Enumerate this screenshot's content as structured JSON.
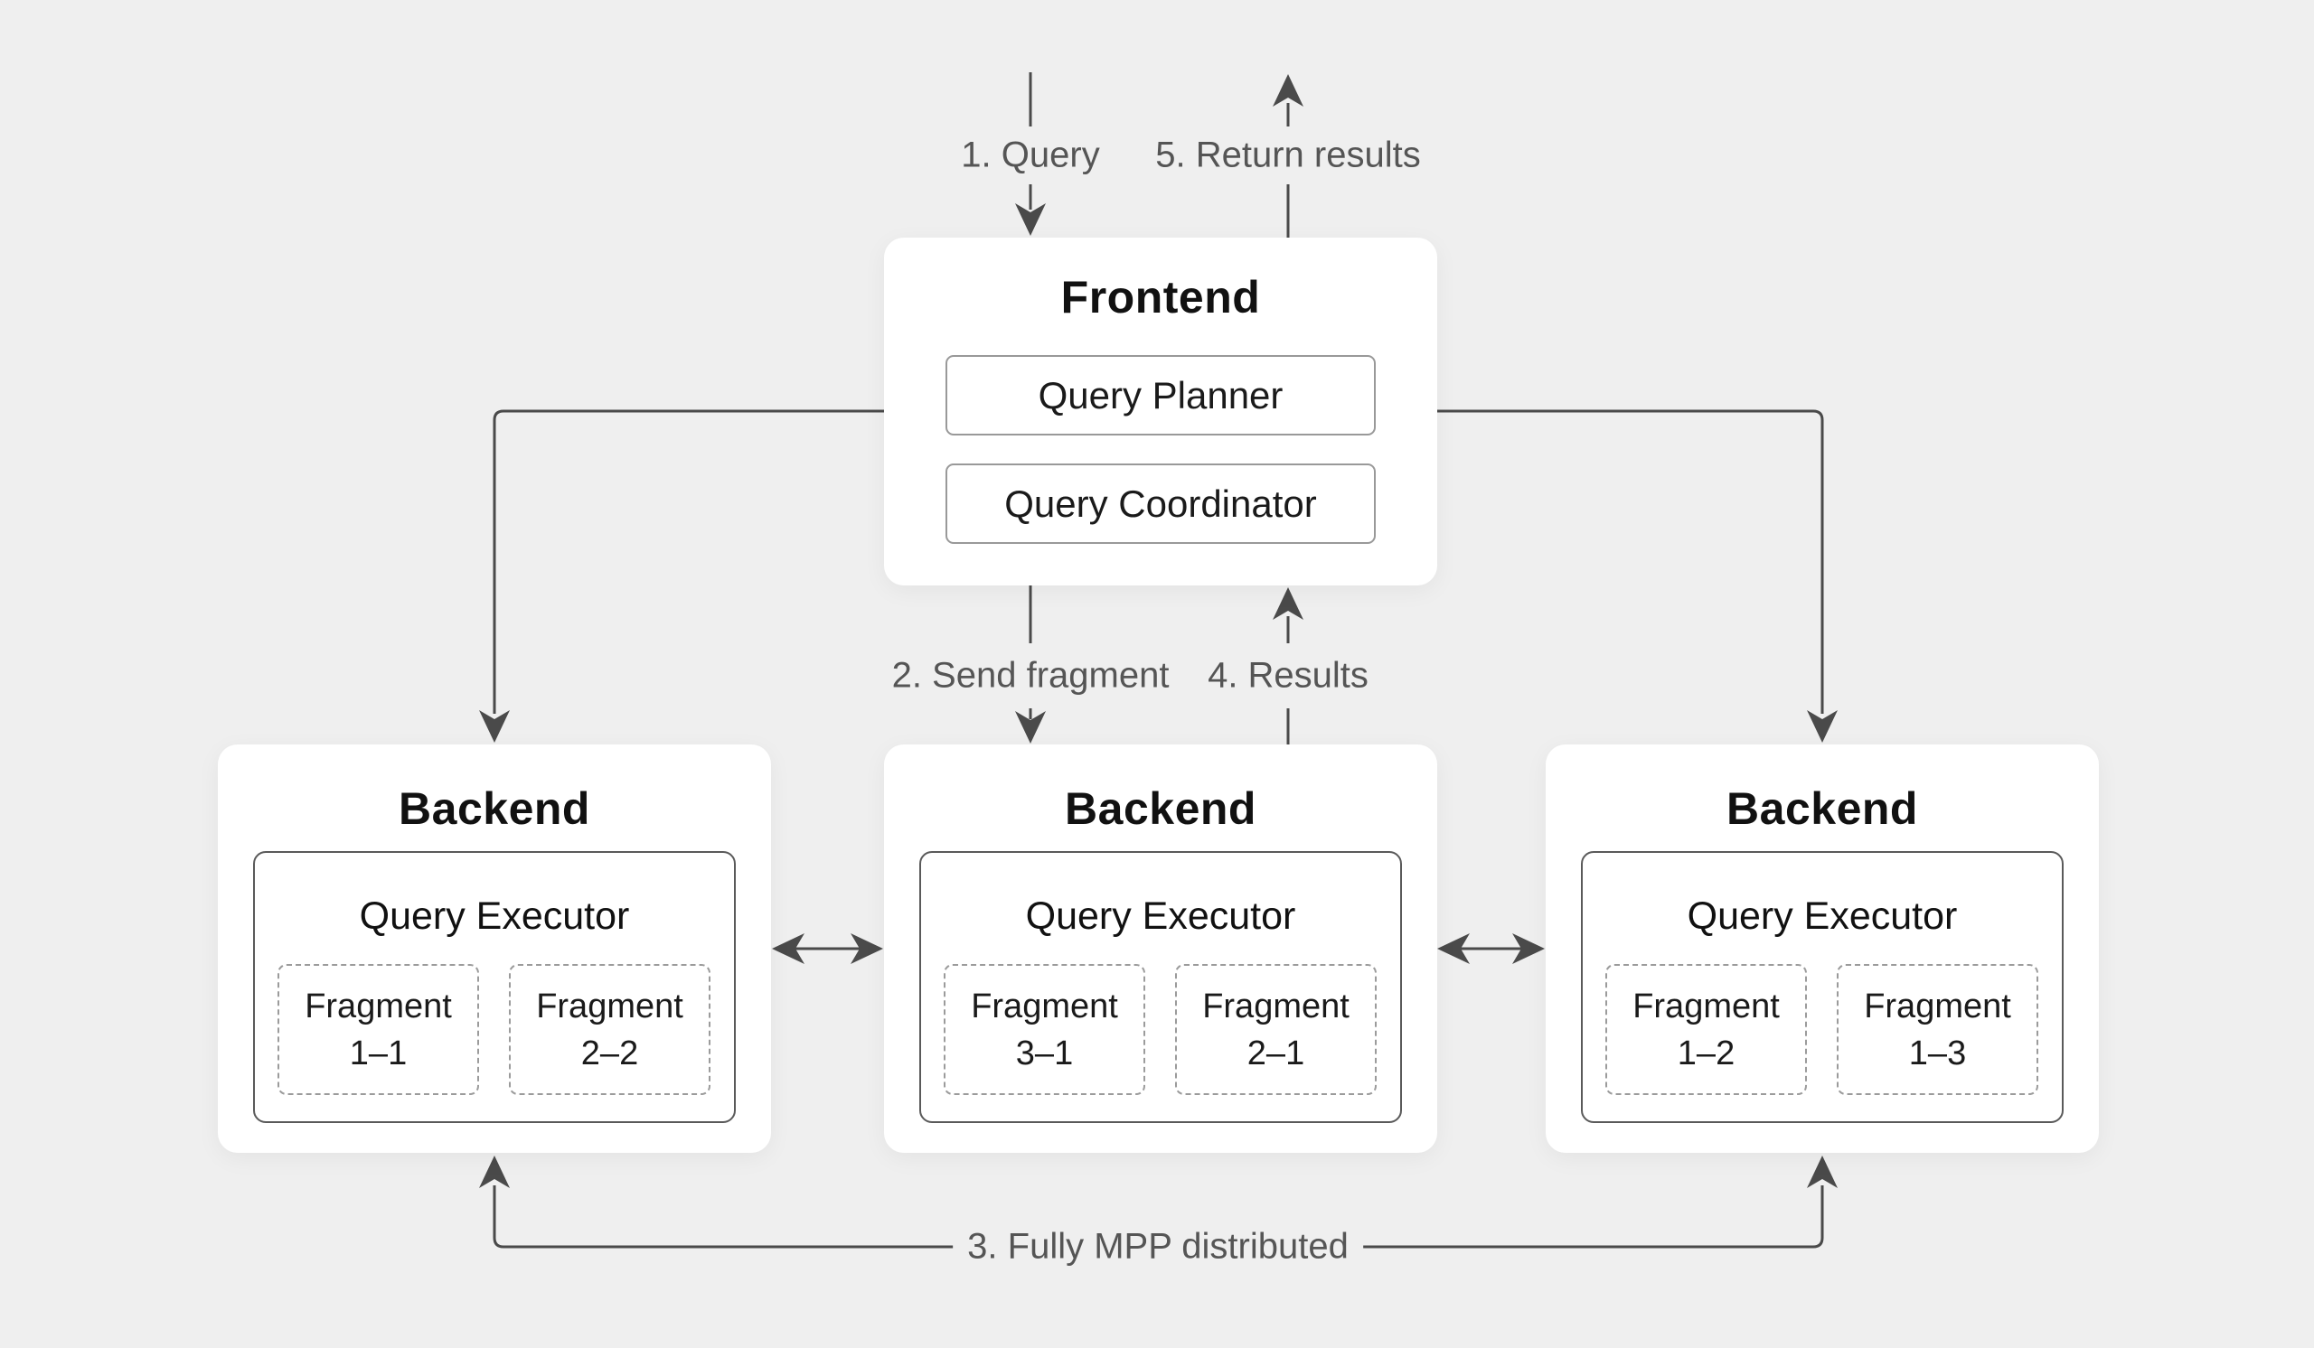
{
  "colors": {
    "background": "#efefef",
    "card": "#ffffff",
    "connector": "#4a4a4a",
    "flow_label": "#555555",
    "heading": "#111111",
    "inner_border": "#999999",
    "executor_border": "#5a5a5a",
    "dashed_border": "#9b9b9b"
  },
  "frontend": {
    "title": "Frontend",
    "planner": "Query Planner",
    "coordinator": "Query Coordinator"
  },
  "backends": [
    {
      "title": "Backend",
      "executor": "Query Executor",
      "fragments": [
        {
          "line1": "Fragment",
          "line2": "1–1"
        },
        {
          "line1": "Fragment",
          "line2": "2–2"
        }
      ]
    },
    {
      "title": "Backend",
      "executor": "Query Executor",
      "fragments": [
        {
          "line1": "Fragment",
          "line2": "3–1"
        },
        {
          "line1": "Fragment",
          "line2": "2–1"
        }
      ]
    },
    {
      "title": "Backend",
      "executor": "Query Executor",
      "fragments": [
        {
          "line1": "Fragment",
          "line2": "1–2"
        },
        {
          "line1": "Fragment",
          "line2": "1–3"
        }
      ]
    }
  ],
  "flow_labels": {
    "step1": "1. Query",
    "step2": "2. Send fragment",
    "step3": "3. Fully MPP distributed",
    "step4": "4. Results",
    "step5": "5. Return results"
  }
}
